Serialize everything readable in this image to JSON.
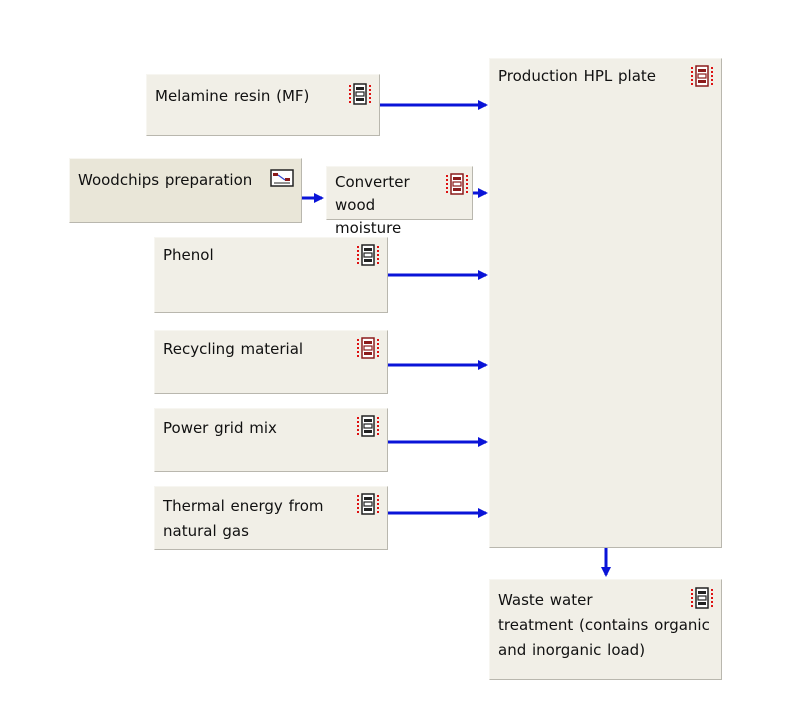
{
  "accent_color": "#0a14d8",
  "icon_colors": {
    "process": "#8b1b1b",
    "dataset": "#222222",
    "marker": "#dd1111"
  },
  "nodes": {
    "melamine": {
      "label": "Melamine resin (MF)",
      "icon": "process-dataset-icon"
    },
    "woodchips": {
      "label": "Woodchips preparation",
      "icon": "plan-diagram-icon"
    },
    "converter": {
      "label": "Converter\nwood moisture",
      "icon": "unit-process-icon"
    },
    "phenol": {
      "label": "Phenol",
      "icon": "process-dataset-icon"
    },
    "recycling": {
      "label": "Recycling material",
      "icon": "unit-process-icon"
    },
    "power": {
      "label": "Power grid mix",
      "icon": "process-dataset-icon"
    },
    "thermal": {
      "label": "Thermal energy  from\nnatural gas",
      "icon": "process-dataset-icon"
    },
    "production": {
      "label": "Production HPL plate",
      "icon": "unit-process-icon"
    },
    "waste": {
      "label": "Waste water\ntreatment (contains organic\nand inorganic load)",
      "icon": "process-dataset-icon"
    }
  }
}
